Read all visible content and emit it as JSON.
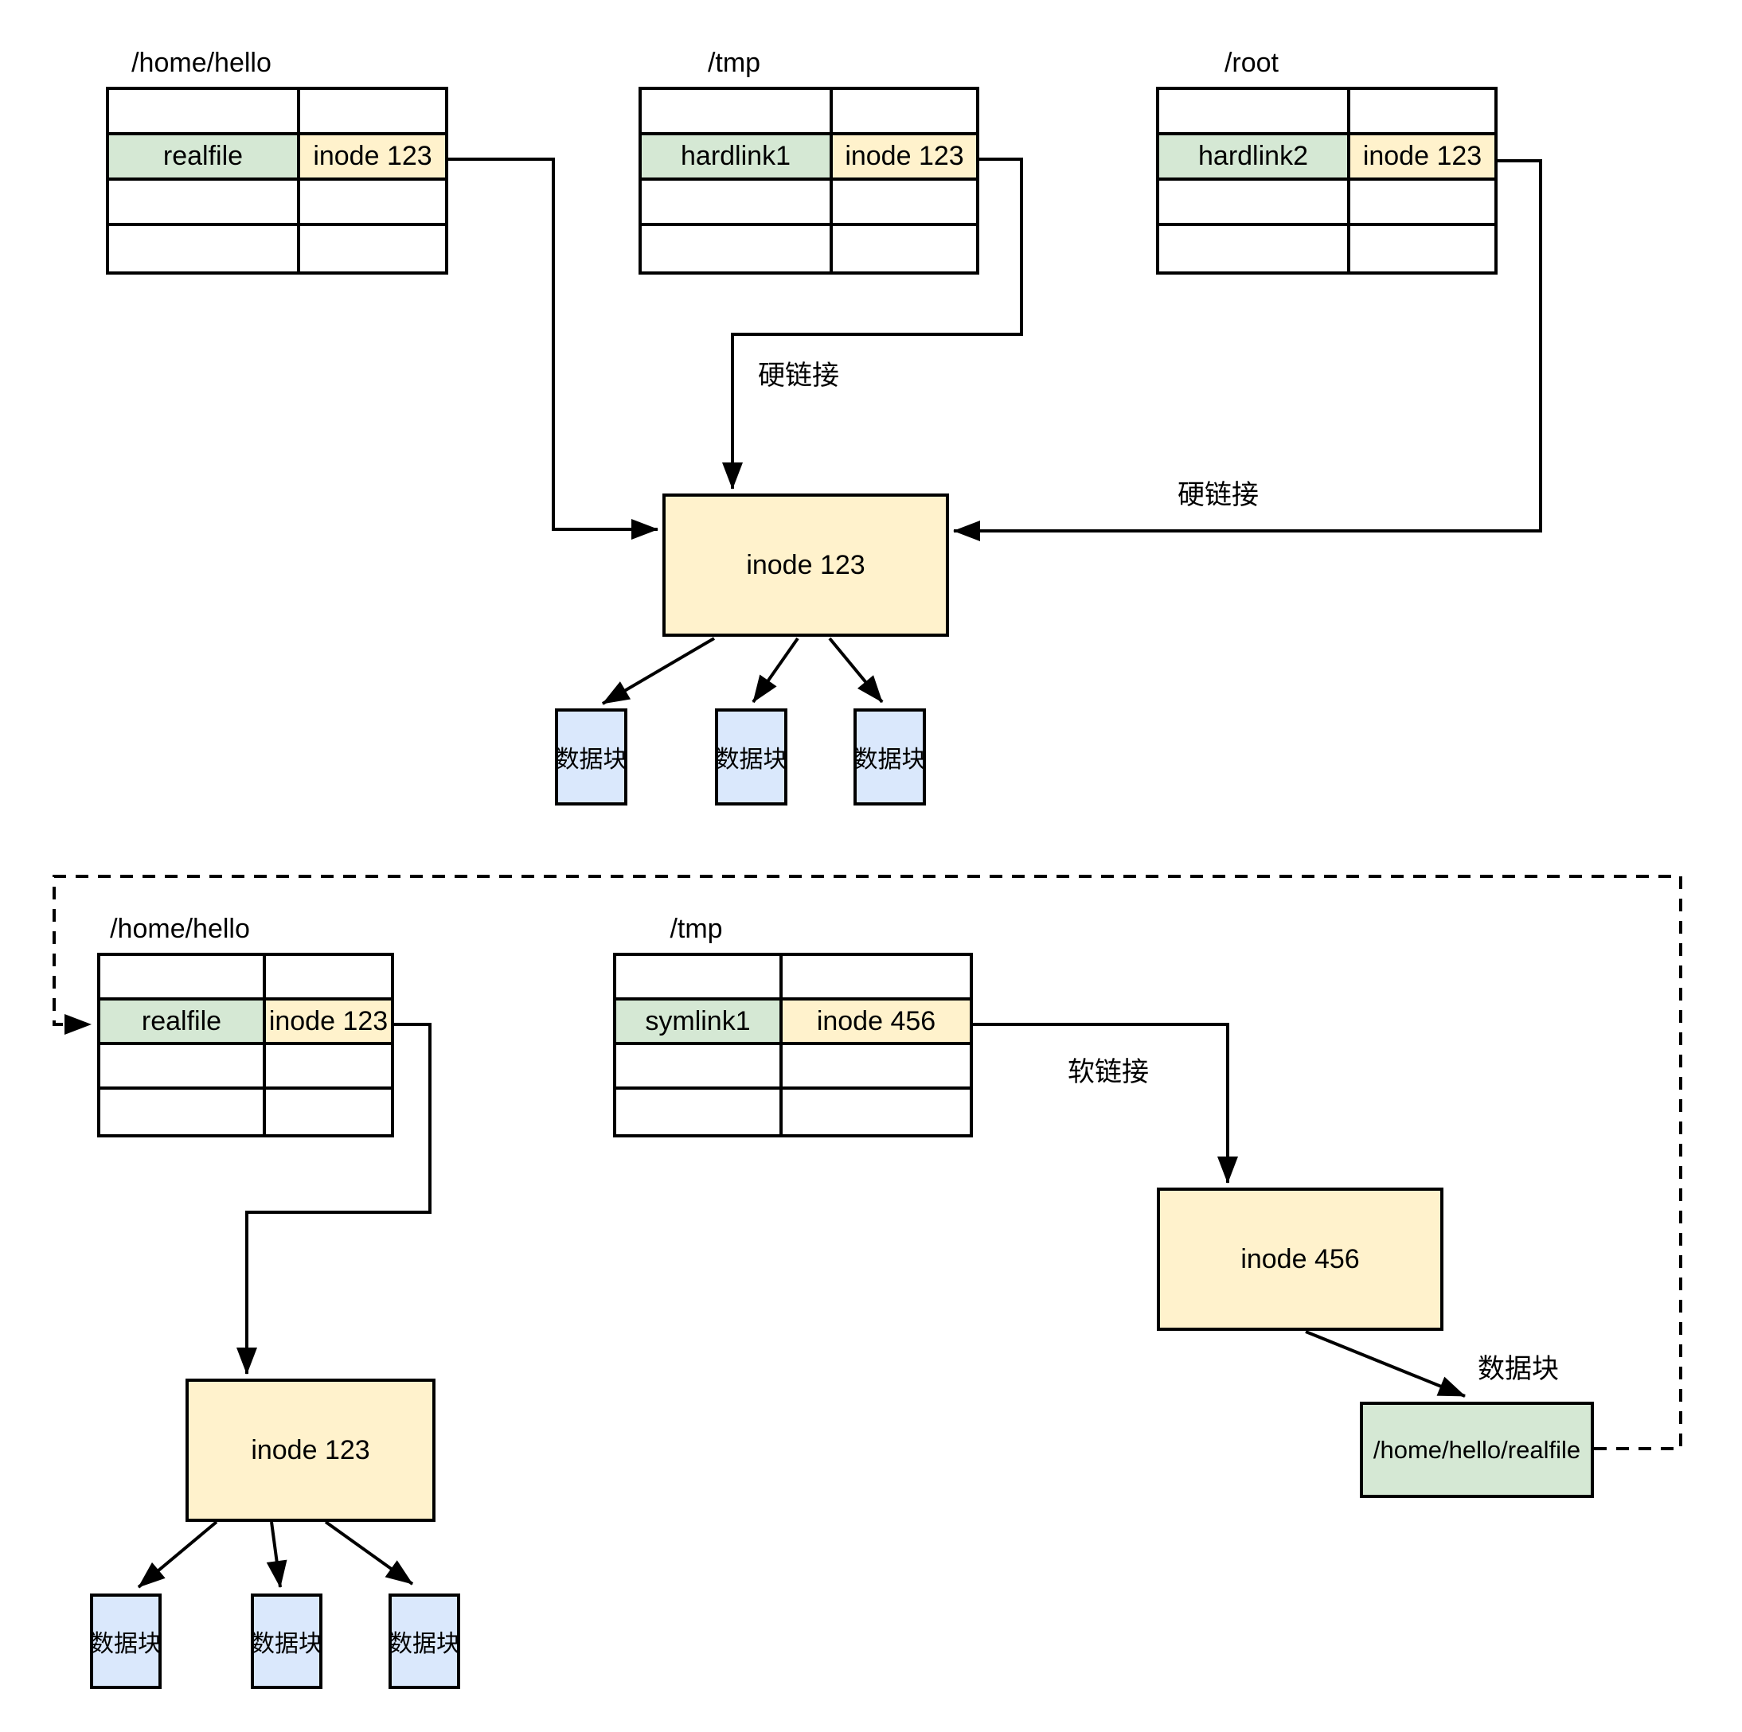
{
  "colors": {
    "background": "#ffffff",
    "border": "#000000",
    "inode_fill": "#fff2cc",
    "filename_fill": "#d5e8d4",
    "datablock_fill": "#dae8fc"
  },
  "top": {
    "tables": [
      {
        "title": "/home/hello",
        "filename": "realfile",
        "inode": "inode 123"
      },
      {
        "title": "/tmp",
        "filename": "hardlink1",
        "inode": "inode 123"
      },
      {
        "title": "/root",
        "filename": "hardlink2",
        "inode": "inode 123"
      }
    ],
    "inode_box": {
      "label": "inode 123"
    },
    "arrow_labels": {
      "tmp_hardlink": "硬链接",
      "root_hardlink": "硬链接"
    },
    "data_blocks": [
      {
        "label": "数据块"
      },
      {
        "label": "数据块"
      },
      {
        "label": "数据块"
      }
    ]
  },
  "bottom": {
    "tables": [
      {
        "title": "/home/hello",
        "filename": "realfile",
        "inode": "inode 123"
      },
      {
        "title": "/tmp",
        "filename": "symlink1",
        "inode": "inode 456"
      }
    ],
    "inode_box_left": {
      "label": "inode 123"
    },
    "inode_box_right": {
      "label": "inode 456"
    },
    "arrow_labels": {
      "symlink": "软链接",
      "data_block": "数据块"
    },
    "data_blocks": [
      {
        "label": "数据块"
      },
      {
        "label": "数据块"
      },
      {
        "label": "数据块"
      }
    ],
    "target_box": {
      "label": "/home/hello/realfile"
    }
  }
}
